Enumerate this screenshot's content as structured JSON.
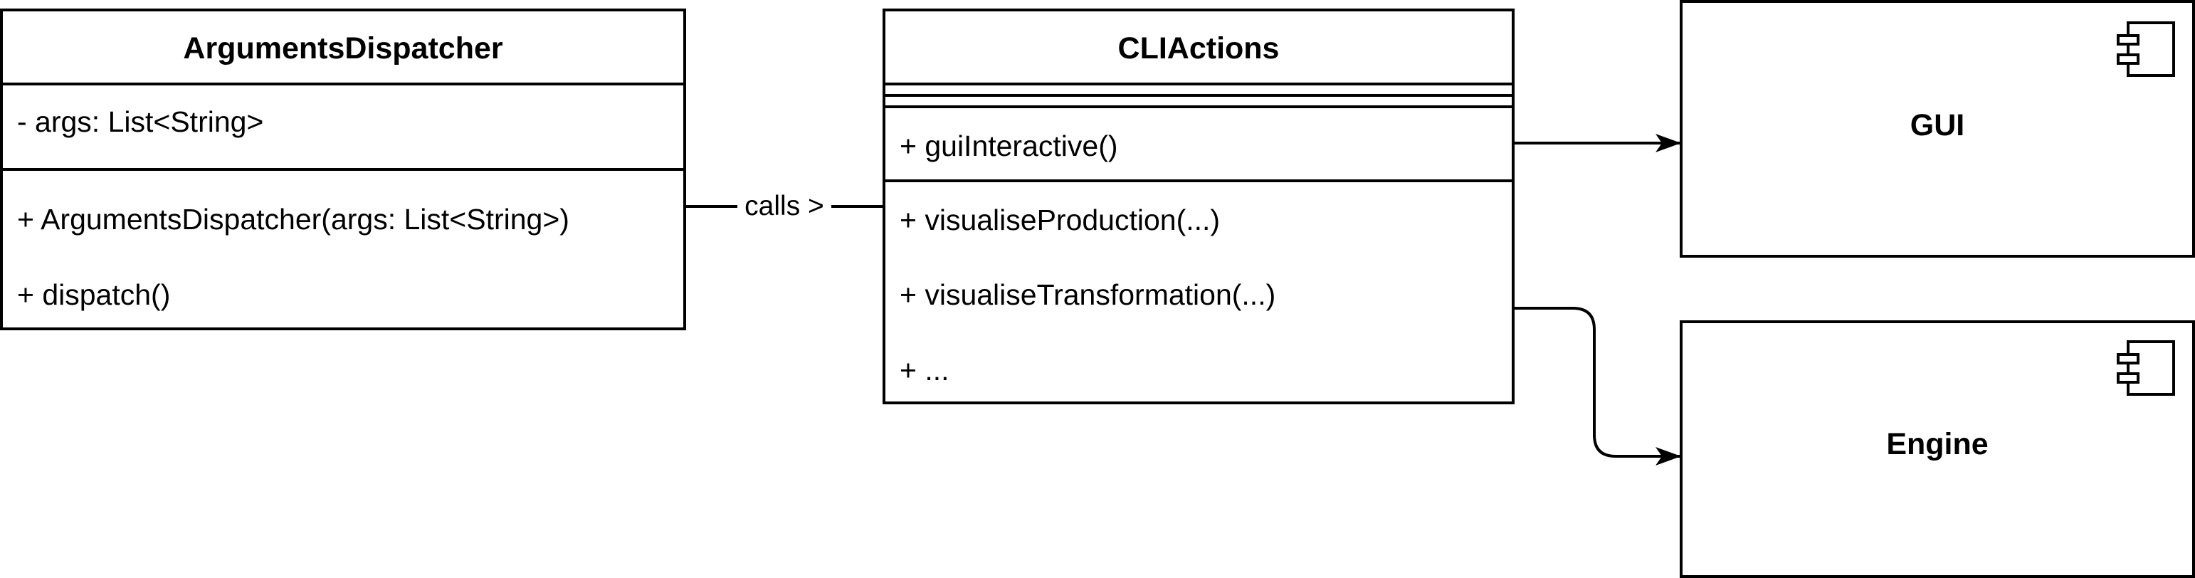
{
  "diagram": {
    "arguments_dispatcher": {
      "title": "ArgumentsDispatcher",
      "attributes": [
        "- args: List<String>"
      ],
      "operations": [
        "+ ArgumentsDispatcher(args: List<String>)",
        "+ dispatch()"
      ]
    },
    "cli_actions": {
      "title": "CLIActions",
      "primary_operation": "+ guiInteractive()",
      "operations": [
        "+ visualiseProduction(...)",
        "+ visualiseTransformation(...)",
        "+ ..."
      ]
    },
    "components": {
      "gui": "GUI",
      "engine": "Engine"
    },
    "relations": {
      "calls_label": "calls >"
    },
    "colors": {
      "stroke": "#000000",
      "background": "#ffffff"
    }
  }
}
